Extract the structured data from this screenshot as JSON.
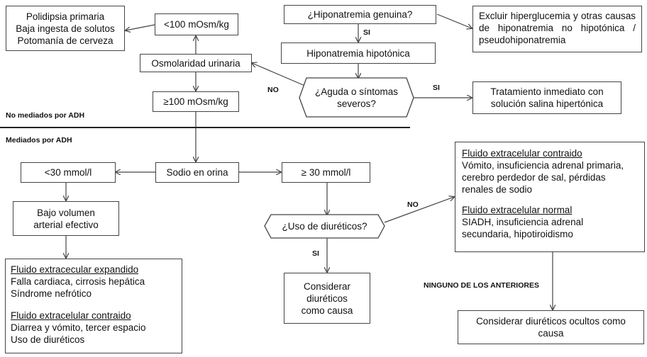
{
  "boxes": {
    "polidipsia": [
      "Polidipsia primaria",
      "Baja ingesta de solutos",
      "Potomanía de cerveza"
    ],
    "lt100_osm": "<100 mOsm/kg",
    "hipo_genuina": "¿Hiponatremia genuina?",
    "excluir": "Excluir hiperglucemia y otras causas de hiponatremia no hipotónica / pseudohiponatremia",
    "hipo_hipotonica": "Hiponatremia hipotónica",
    "osm_urinaria": "Osmolaridad urinaria",
    "aguda": [
      "¿Aguda o síntomas",
      "severos?"
    ],
    "tratamiento": [
      "Tratamiento inmediato con",
      "solución salina hipertónica"
    ],
    "ge100_osm": "≥100 mOsm/kg",
    "lt30": "<30 mmol/l",
    "sodio_orina": "Sodio en orina",
    "ge30": "≥ 30 mmol/l",
    "bajo_volumen": [
      "Bajo volumen",
      "arterial efectivo"
    ],
    "uso_diureticos": "¿Uso de diuréticos?",
    "expandido": {
      "title1": "Fluido extracecular expandido",
      "lines1": [
        "Falla cardiaca, cirrosis hepática",
        "Síndrome nefrótico"
      ],
      "title2": "Fluido extracelular contraido",
      "lines2": [
        "Diarrea y vómito, tercer espacio",
        "Uso de diuréticos"
      ]
    },
    "contraido_normal": {
      "title1": "Fluido extracelular contraido",
      "lines1": [
        "Vómito, insuficiencia adrenal primaria,",
        "cerebro perdedor de sal, pérdidas",
        "renales de sodio"
      ],
      "title2": "Fluido extracelular normal",
      "lines2": [
        "SIADH, insuficiencia adrenal",
        "secundaria, hipotiroidismo"
      ]
    },
    "considerar_causa": [
      "Considerar",
      "diuréticos",
      "como causa"
    ],
    "considerar_ocultos": [
      "Considerar diuréticos ocultos como",
      "causa"
    ]
  },
  "labels": {
    "si_1": "SI",
    "si_2": "SI",
    "no_1": "NO",
    "si_3": "SI",
    "no_2": "NO",
    "no_mediados": "No mediados por ADH",
    "mediados": "Mediados por ADH",
    "ninguno": "NINGUNO DE LOS ANTERIORES"
  }
}
